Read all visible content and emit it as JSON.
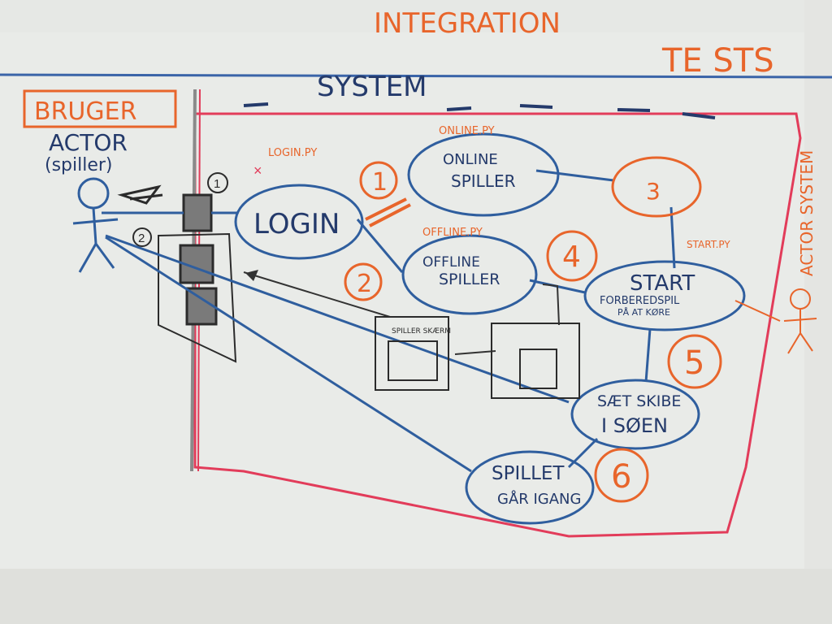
{
  "board": {
    "title": "INTEGRATION",
    "corner_text": "TE STS",
    "system_label": "SYSTEM",
    "right_actor_text": "ACTOR SYSTEM",
    "colors": {
      "board": "#ebedea",
      "blue": "#2f5e9e",
      "navy": "#243a6b",
      "orange": "#e8652b",
      "red": "#e23c5a",
      "black": "#2b2b2b",
      "frame": "#b8b8b3"
    }
  },
  "actor": {
    "box_label": "BRUGER",
    "line1": "ACTOR",
    "line2": "(spiller)"
  },
  "nodes": {
    "login": "LOGIN",
    "online_line1": "ONLINE",
    "online_line2": "SPILLER",
    "offline_line1": "OFFLINE",
    "offline_line2": "SPILLER",
    "start": "START",
    "start_sub1": "FORBEREDSPIL",
    "start_sub2": "PÅ AT KØRE",
    "skibe_line1": "SÆT SKIBE",
    "skibe_line2": "I SØEN",
    "spillet_line1": "SPILLET",
    "spillet_line2": "GÅR IGANG"
  },
  "numbers": [
    "1",
    "2",
    "3",
    "4",
    "5",
    "6"
  ],
  "small_numbers": [
    "1",
    "2"
  ],
  "annotations": {
    "login_py": "LOGIN.PY",
    "online_py": "ONLINE.PY",
    "offline_py": "OFFLINE.PY",
    "start_py": "START.PY",
    "screen_label": "SPILLER SKÆRM"
  }
}
